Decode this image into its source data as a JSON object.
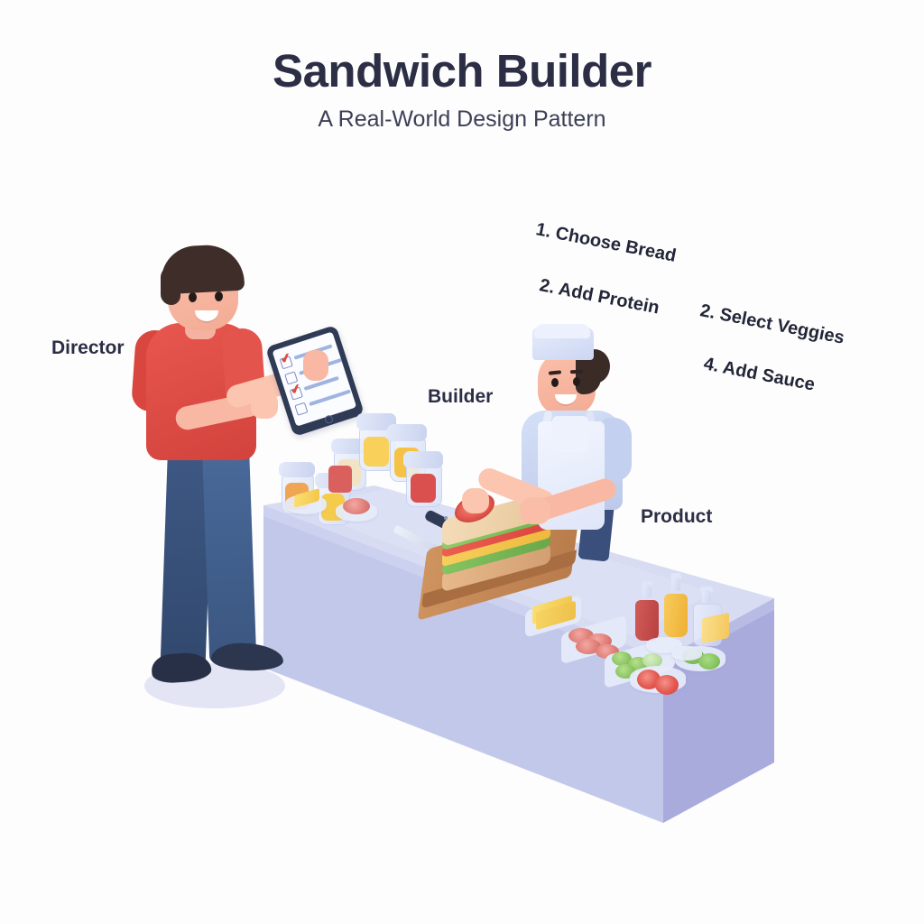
{
  "header": {
    "title": "Sandwich Builder",
    "subtitle": "A Real-World Design Pattern",
    "title_color": "#2b2e45",
    "subtitle_color": "#3c4057"
  },
  "roles": {
    "director": "Director",
    "builder": "Builder",
    "product": "Product"
  },
  "steps": [
    {
      "label": "1. Choose Bread"
    },
    {
      "label": "2. Add Protein"
    },
    {
      "label": "2. Select Veggies"
    },
    {
      "label": "4. Add Sauce"
    }
  ],
  "scene": {
    "background_color": "#fdfdfd",
    "counter_top_color": "#d7dcf2",
    "counter_front_color": "#c2c8ea",
    "counter_side_color": "#a9abdd",
    "director_shirt_color": "#d9453f",
    "director_pants_color": "#3e5985",
    "chef_shirt_color": "#c3d0ef",
    "chef_apron_color": "#eef2fd",
    "board_color": "#c08050"
  },
  "icons": {
    "tablet": "tablet-icon",
    "checkmark": "check-icon",
    "knife": "knife-icon",
    "sandwich": "sandwich-icon",
    "jar": "jar-icon",
    "bottle": "bottle-icon",
    "cutting_board": "cutting-board-icon"
  },
  "ingredients": {
    "jars": [
      {
        "name": "orange-jar",
        "color": "#f0a552"
      },
      {
        "name": "yellow-jar",
        "color": "#f5cb4c"
      },
      {
        "name": "corn-jar",
        "color": "#f8d05a"
      },
      {
        "name": "cream-jar",
        "color": "#f2e3c5"
      },
      {
        "name": "berry-jar",
        "color": "#d9504f"
      },
      {
        "name": "pink-jar",
        "color": "#e88a86"
      },
      {
        "name": "salami-jar",
        "color": "#e0706c"
      }
    ],
    "trays": [
      {
        "name": "cheese-tray",
        "label": "cheese",
        "color": "#f5cd55"
      },
      {
        "name": "salami-tray",
        "label": "salami",
        "color": "#e08079"
      },
      {
        "name": "veggie-tray",
        "label": "cucumber",
        "color": "#8cc463"
      },
      {
        "name": "tomato-tray",
        "label": "tomato",
        "color": "#e3584f"
      }
    ],
    "bottles": [
      {
        "name": "ketchup-bottle",
        "color": "#c54b4b"
      },
      {
        "name": "mustard-bottle",
        "color": "#f3b93c"
      },
      {
        "name": "clear-bottle",
        "color": "#dde4f6"
      }
    ],
    "butter": {
      "name": "butter-block",
      "color": "#f3c85c"
    }
  },
  "tablet_checklist": [
    {
      "checked": true,
      "line_width": 44
    },
    {
      "checked": false,
      "line_width": 50
    },
    {
      "checked": true,
      "line_width": 40
    },
    {
      "checked": false,
      "line_width": 48
    }
  ]
}
